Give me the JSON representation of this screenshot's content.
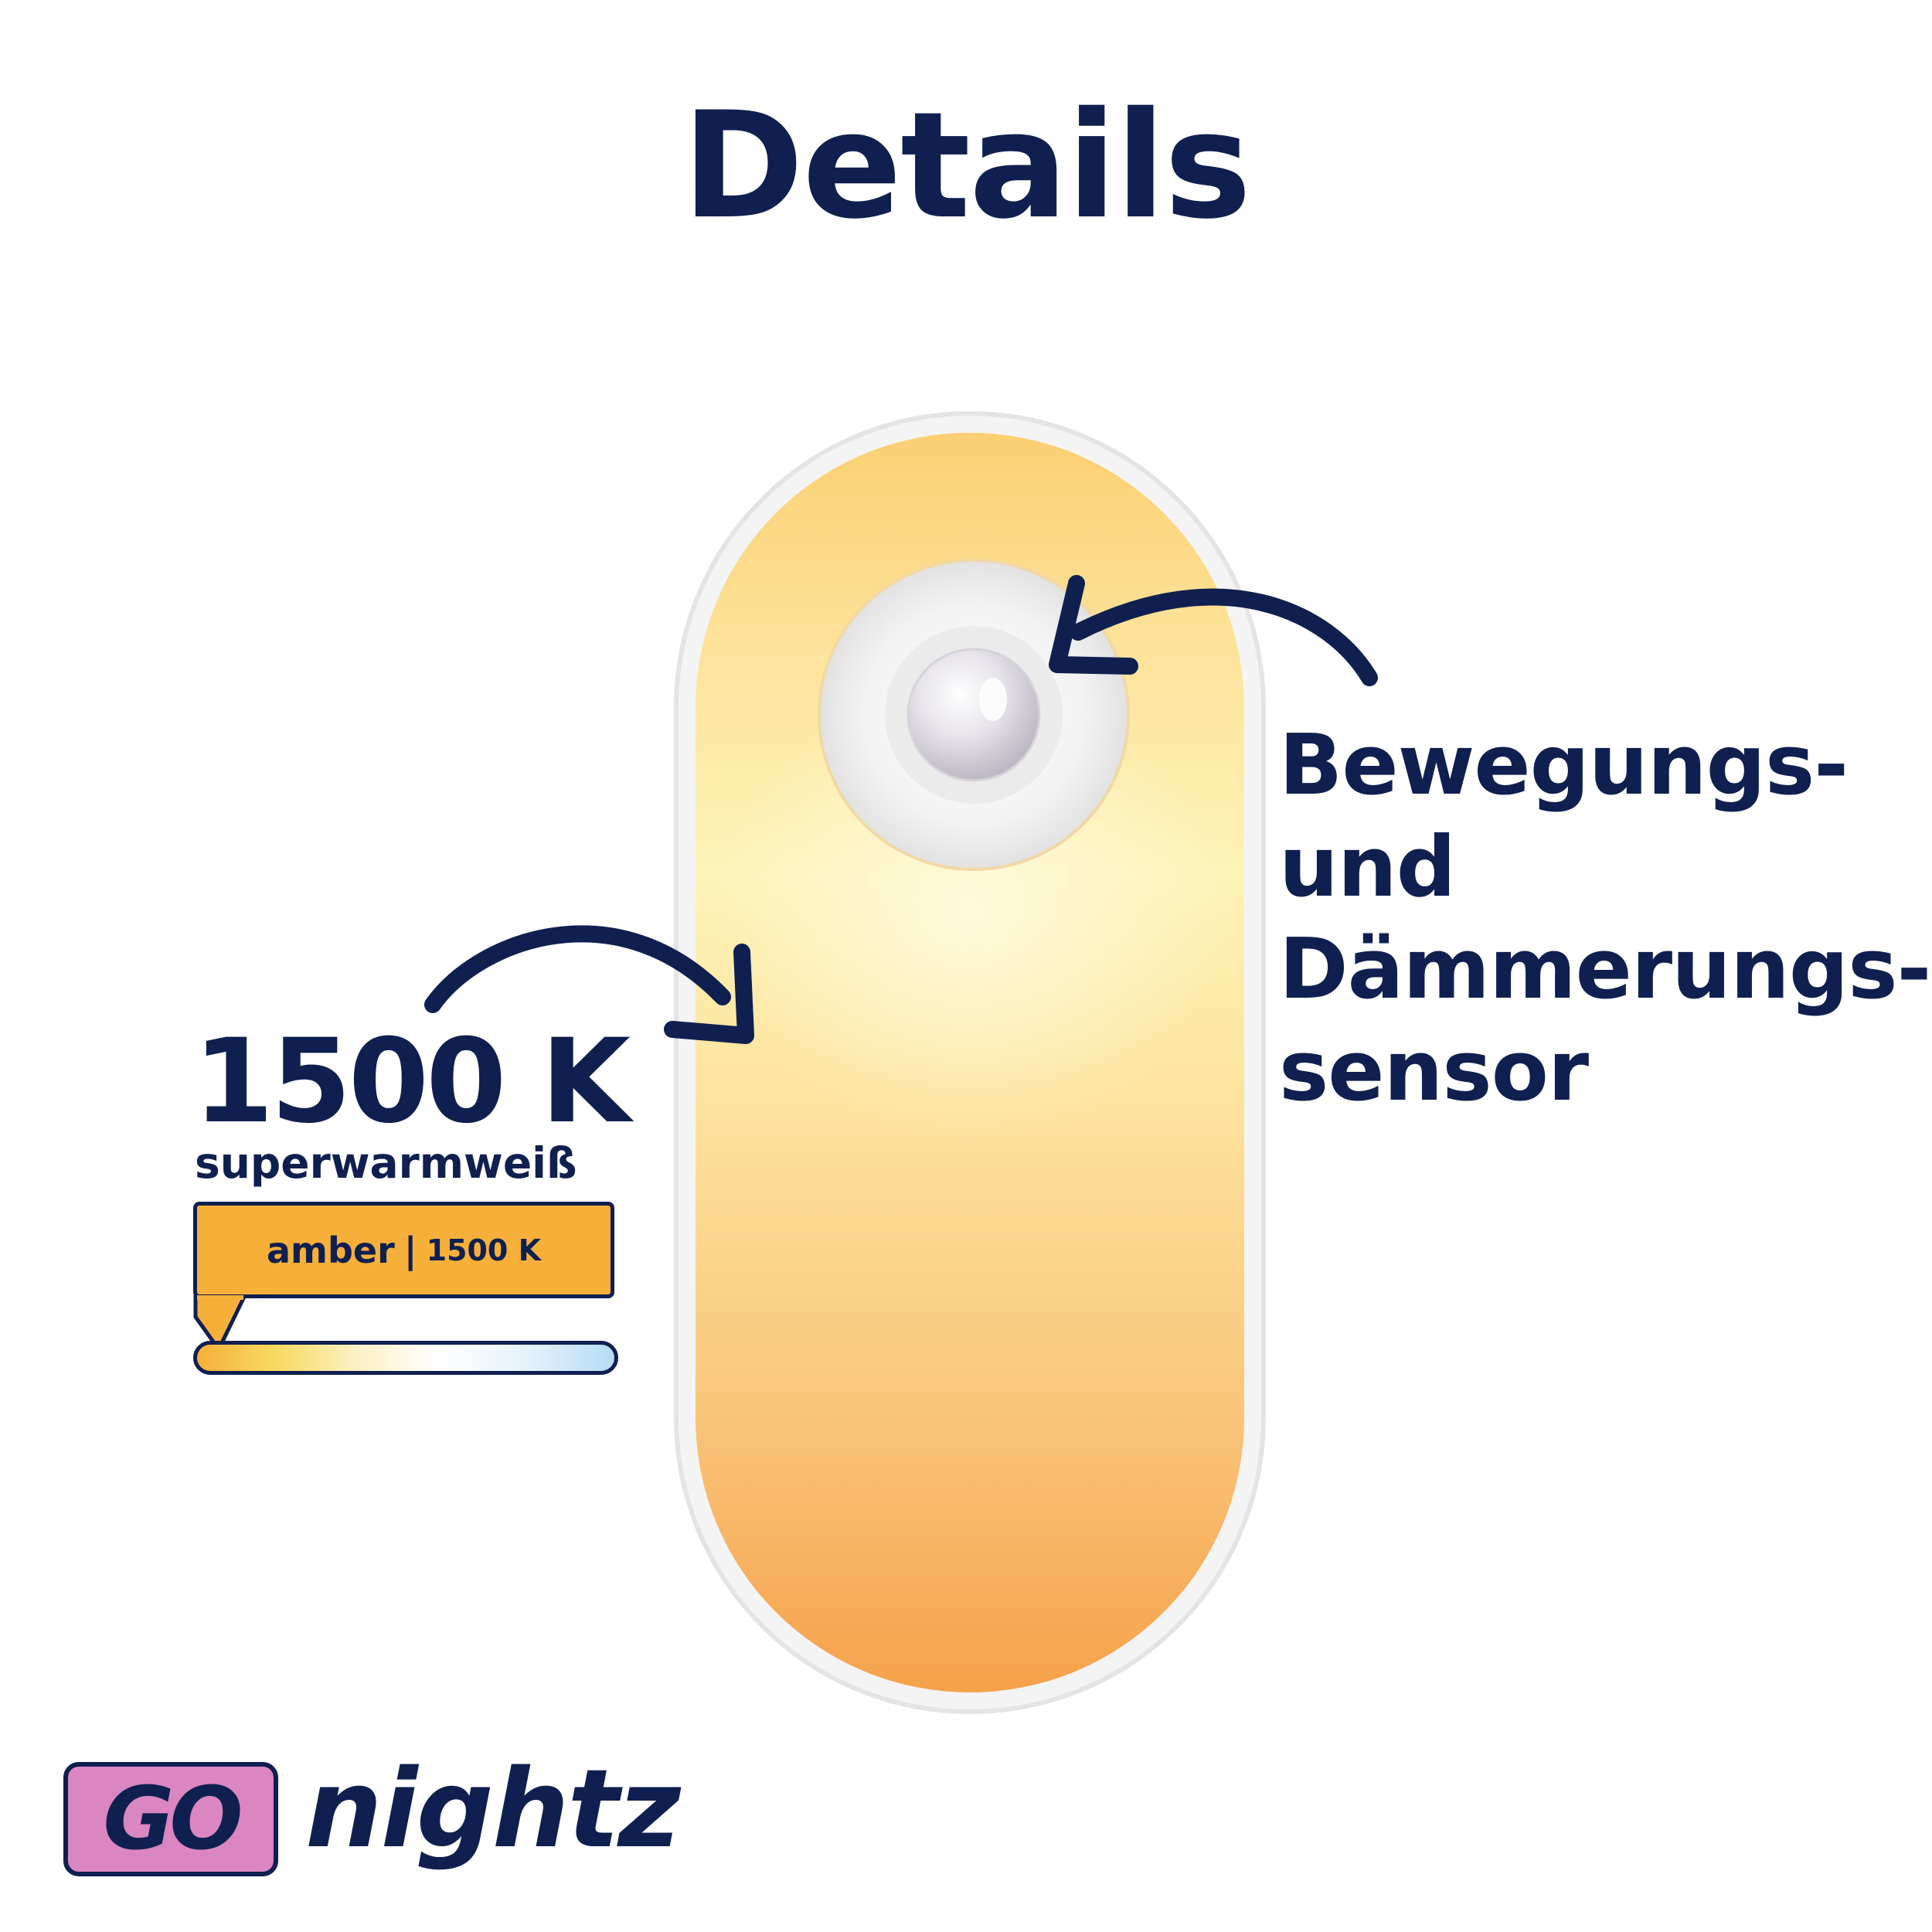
{
  "title": "Details",
  "color_temperature": {
    "value": "1500 K",
    "description": "superwarmweiß",
    "badge_color_name": "amber",
    "badge_separator": "|",
    "badge_value": "1500 K",
    "scale_position": 0.05
  },
  "sensor": {
    "lines": [
      "Bewegungs-",
      "und",
      "Dämmerungs-",
      "sensor"
    ]
  },
  "logo": {
    "badge_text": "GO",
    "word": "nightz"
  },
  "colors": {
    "navy": "#0f1f4f",
    "amber": "#f6b03a",
    "logo_pink": "#da86c0",
    "light_glow": "#fdf3b8",
    "light_bottom": "#f6a14a"
  },
  "icons": {
    "arrow_to_sensor": "curved-arrow-icon",
    "arrow_to_light": "curved-arrow-icon"
  }
}
